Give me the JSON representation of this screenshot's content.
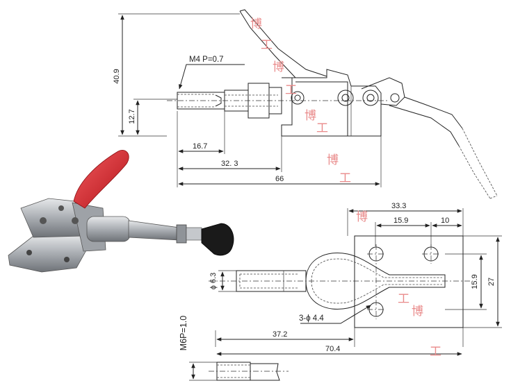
{
  "labels": {
    "h_total": "40.9",
    "h_axis": "12.7",
    "thread": "M4 P=0.7",
    "d_16": "16.7",
    "d_32": "32. 3",
    "d_66": "66",
    "d_33": "33.3",
    "d_15": "15.9",
    "d_10": "10",
    "dia": "ɸ 6.3",
    "v_15": "15.9",
    "v_27": "27",
    "holes": "3-ɸ 4.4",
    "d_37": "37.2",
    "d_70": "70.4",
    "m6": "M6P=1.0"
  },
  "watermark": [
    "博",
    "工",
    "博",
    "工",
    "博",
    "工",
    "博",
    "工",
    "博",
    "工",
    "博",
    "工"
  ],
  "colors": {
    "handle": "#d8232a",
    "metal": "#b9bcc0",
    "rubber": "#1a1a1a",
    "watermark": "#e98a8a"
  }
}
